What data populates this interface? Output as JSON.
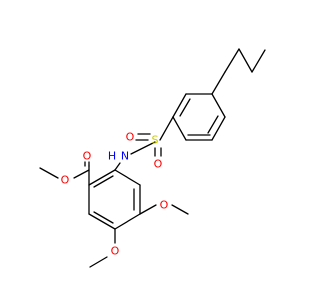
{
  "molecule": {
    "atom_labels": [
      {
        "id": "o-carbonyl",
        "text": "O",
        "color": "#ff0000"
      },
      {
        "id": "o-ester",
        "text": "O",
        "color": "#ff0000"
      },
      {
        "id": "n-h",
        "text": "N",
        "color": "#0000ff"
      },
      {
        "id": "h-on-n",
        "text": "H",
        "color": "#0000ff"
      },
      {
        "id": "s-sulfonyl",
        "text": "S",
        "color": "#cccc00"
      },
      {
        "id": "o-sulfonyl-left",
        "text": "O",
        "color": "#ff0000"
      },
      {
        "id": "o-sulfonyl-bottom",
        "text": "O",
        "color": "#ff0000"
      },
      {
        "id": "o-methoxy-4",
        "text": "O",
        "color": "#ff0000"
      },
      {
        "id": "o-methoxy-5",
        "text": "O",
        "color": "#ff0000"
      }
    ]
  }
}
